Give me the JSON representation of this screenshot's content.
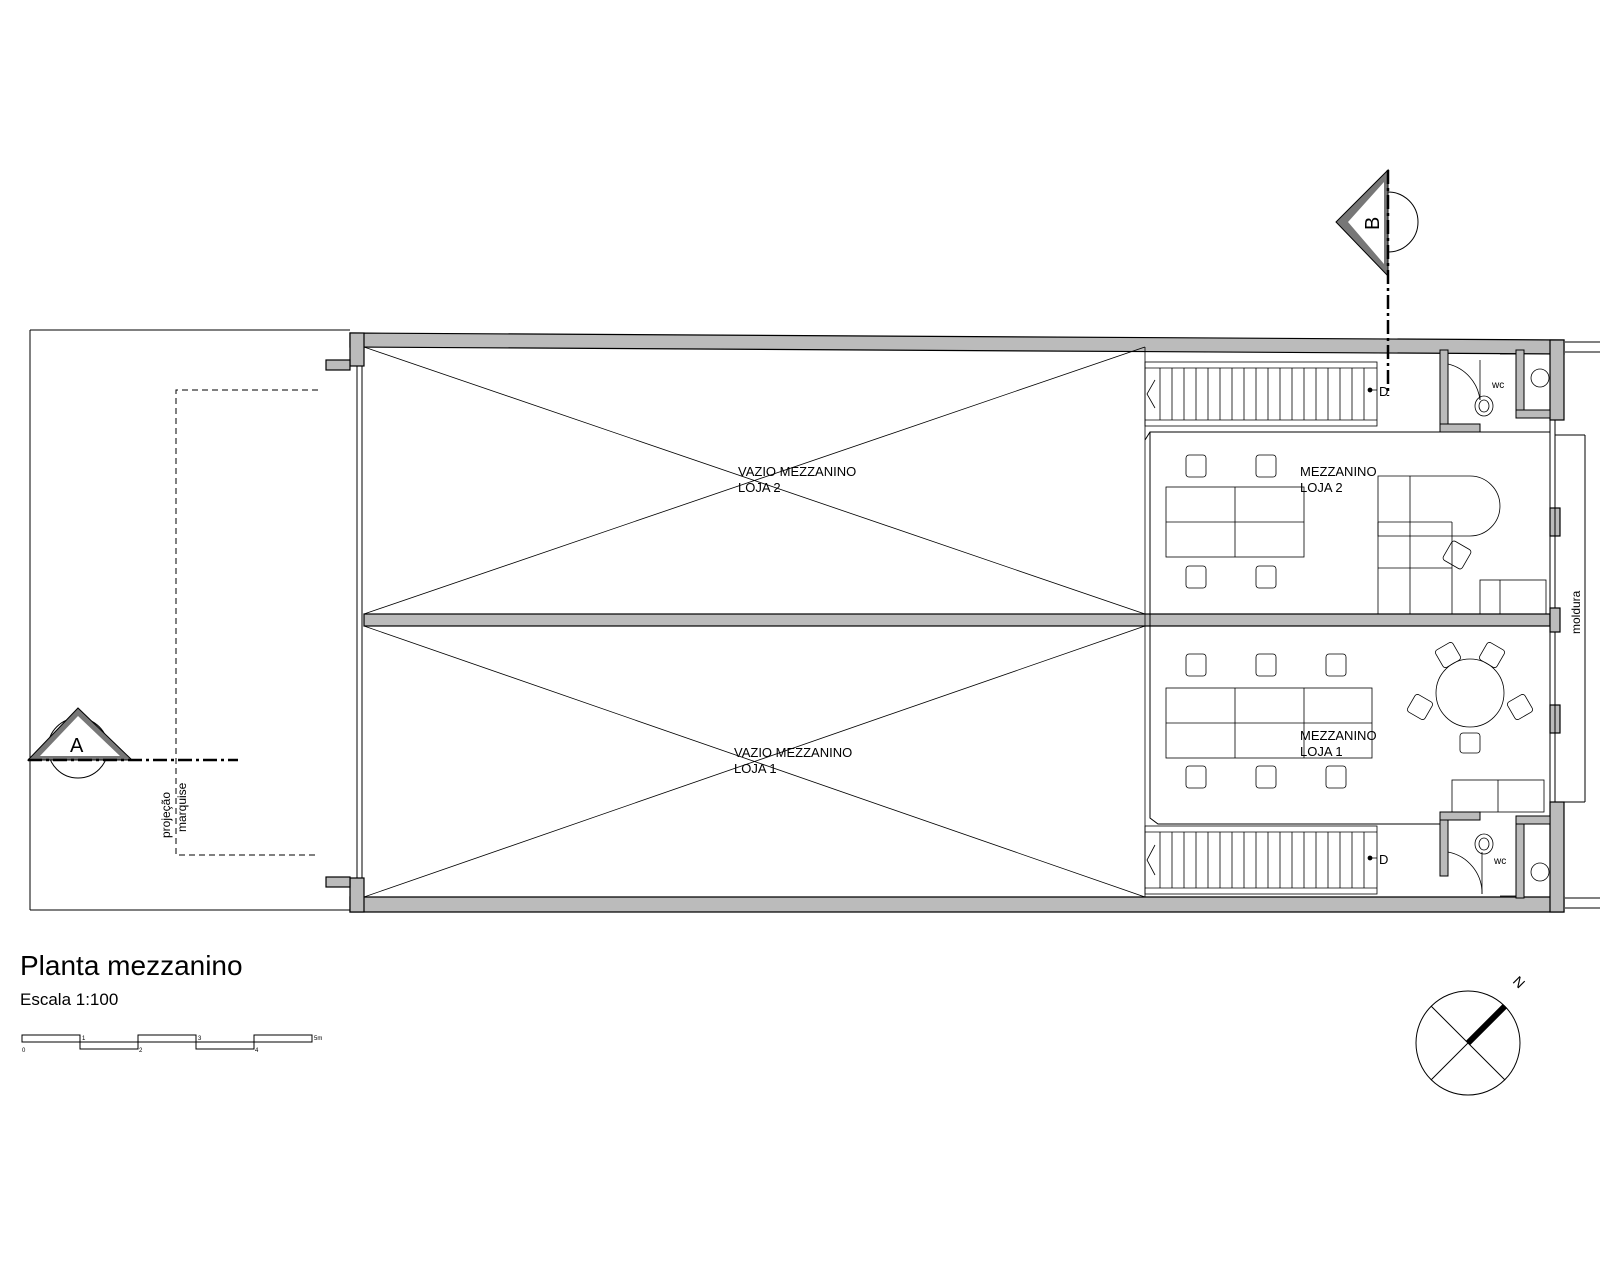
{
  "drawing": {
    "title": "Planta mezzanino",
    "scale": "Escala 1:100",
    "scale_bar_ticks": [
      "0",
      "1",
      "2",
      "3",
      "4",
      "5m"
    ]
  },
  "rooms": {
    "void_2": {
      "line1": "VAZIO MEZZANINO",
      "line2": "LOJA 2"
    },
    "void_1": {
      "line1": "VAZIO MEZZANINO",
      "line2": "LOJA 1"
    },
    "mezz_2": {
      "line1": "MEZZANINO",
      "line2": "LOJA 2"
    },
    "mezz_1": {
      "line1": "MEZZANINO",
      "line2": "LOJA 1"
    },
    "wc_top": "wc",
    "wc_bottom": "wc"
  },
  "annotations": {
    "stair_direction_top": "D",
    "stair_direction_bottom": "D",
    "canopy_projection_line1": "projeção",
    "canopy_projection_line2": "marquise",
    "trim_label": "moldura"
  },
  "section_markers": {
    "a": "A",
    "b": "B"
  },
  "north_arrow": {
    "label": "N"
  }
}
